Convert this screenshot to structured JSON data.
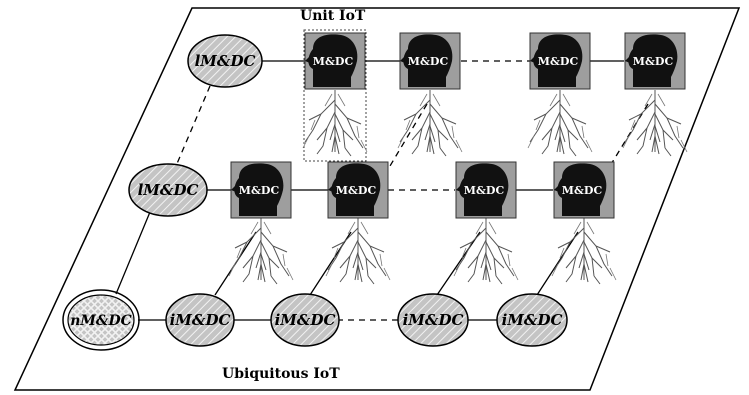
{
  "labels": {
    "unit_iot": "Unit IoT",
    "ubiquitous_iot": "Ubiquitous IoT",
    "square_node": "M&DC"
  },
  "row1_ellipses": [
    "lM&DC"
  ],
  "row2_ellipses": [
    "lM&DC"
  ],
  "row3_ellipses": [
    "nM&DC",
    "iM&DC",
    "iM&DC",
    "iM&DC",
    "iM&DC"
  ],
  "colors": {
    "frame": "#000000",
    "square_fill": "#9e9e9e",
    "head_fill": "#111111",
    "ellipse_fill": "#c9c9c9",
    "root_stroke": "#555555"
  }
}
